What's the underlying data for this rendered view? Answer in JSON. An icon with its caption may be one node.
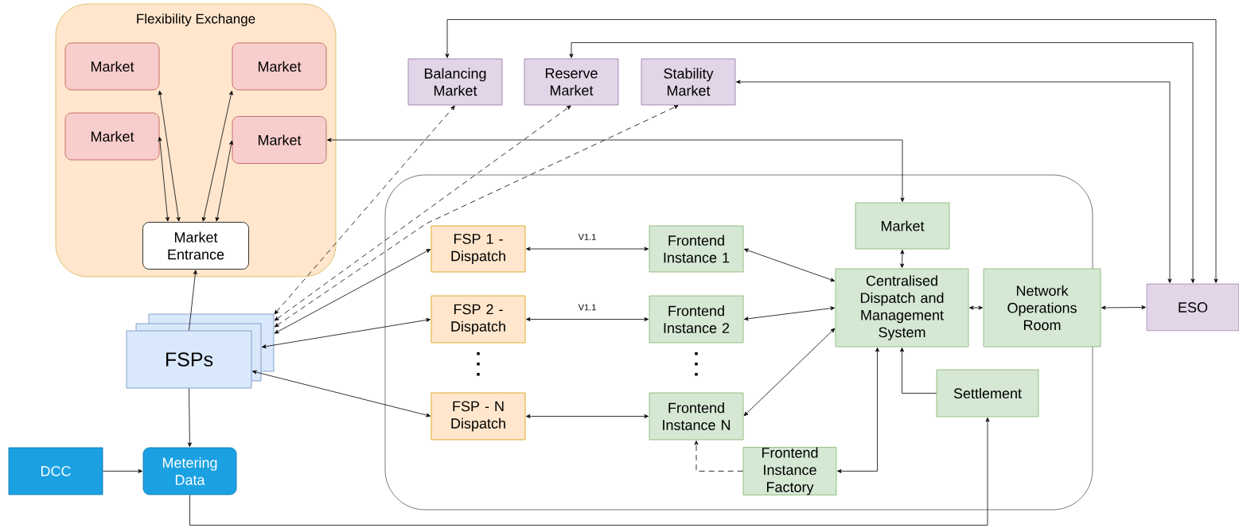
{
  "diagram": {
    "nodes": [
      {
        "text": [
          "Flexibility Exchange"
        ]
      },
      {
        "text": [
          "Market"
        ],
        "in": 0
      },
      {
        "text": [
          "Market"
        ],
        "in": 0
      },
      {
        "text": [
          "Market"
        ],
        "in": 0
      },
      {
        "text": [
          "Market"
        ],
        "in": 0
      },
      {
        "text": [
          "Market Entrance"
        ],
        "in": 0
      },
      {
        "text": [
          "Balancing Market"
        ]
      },
      {
        "text": [
          "Reserve Market"
        ]
      },
      {
        "text": [
          "Stability Market"
        ]
      },
      {
        "text": [],
        "shape": "box"
      },
      {
        "text": [
          "FSPs"
        ]
      },
      {
        "text": [
          "FSP 1 - Dispatch"
        ],
        "in": 9
      },
      {
        "text": [
          "Frontend Instance 1"
        ],
        "in": 9
      },
      {
        "text": [
          "Market"
        ],
        "in": 9
      },
      {
        "text": [
          "Centralised Dispatch and Management System"
        ],
        "in": 9
      },
      {
        "text": [
          "Network Operations Room"
        ]
      },
      {
        "text": [
          "ESO"
        ]
      },
      {
        "text": [
          "FSP 2 - Dispatch"
        ],
        "in": 9
      },
      {
        "text": [
          "Frontend Instance 2"
        ],
        "in": 9
      },
      {
        "text": [
          "Settlement"
        ],
        "in": 9
      },
      {
        "text": [
          "FSP - N Dispatch"
        ],
        "in": 9
      },
      {
        "text": [
          "Frontend Instance N"
        ],
        "in": 9
      },
      {
        "text": [
          "DCC"
        ]
      },
      {
        "text": [
          "Metering Data"
        ]
      },
      {
        "text": [
          "Frontend Instance Factory"
        ],
        "in": 9
      }
    ],
    "edges": [
      {
        "from": 5,
        "to": 1,
        "arrow": "both"
      },
      {
        "from": 5,
        "to": 3,
        "arrow": "both"
      },
      {
        "from": 5,
        "to": 2,
        "arrow": "both"
      },
      {
        "from": 5,
        "to": 4,
        "arrow": "both"
      },
      {
        "from": 10,
        "to": 5,
        "arrow": "to"
      },
      {
        "from": 10,
        "to": 23,
        "arrow": "to"
      },
      {
        "from": 22,
        "to": 23,
        "arrow": "to"
      },
      {
        "from": 23,
        "to": 19,
        "arrow": "to"
      },
      {
        "from": 10,
        "to": 6,
        "arrow": "both",
        "style": "dashed"
      },
      {
        "from": 10,
        "to": 7,
        "arrow": "both",
        "style": "dashed"
      },
      {
        "from": 10,
        "to": 8,
        "arrow": "both",
        "style": "dashed"
      },
      {
        "from": 10,
        "to": 11,
        "arrow": "both"
      },
      {
        "from": 10,
        "to": 17,
        "arrow": "both"
      },
      {
        "from": 10,
        "to": 20,
        "arrow": "both"
      },
      {
        "from": 11,
        "to": 12,
        "arrow": "both",
        "label": "V1.1"
      },
      {
        "from": 17,
        "to": 18,
        "arrow": "both",
        "label": "V1.1"
      },
      {
        "from": 20,
        "to": 21,
        "arrow": "both"
      },
      {
        "from": 12,
        "to": 14,
        "arrow": "both"
      },
      {
        "from": 18,
        "to": 14,
        "arrow": "both"
      },
      {
        "from": 21,
        "to": 14,
        "arrow": "both"
      },
      {
        "from": 14,
        "to": 13,
        "arrow": "both"
      },
      {
        "from": 14,
        "to": 15,
        "arrow": "both"
      },
      {
        "from": 15,
        "to": 16,
        "arrow": "both"
      },
      {
        "from": 4,
        "to": 13,
        "arrow": "both"
      },
      {
        "from": 16,
        "to": 6,
        "arrow": "both"
      },
      {
        "from": 16,
        "to": 7,
        "arrow": "both"
      },
      {
        "from": 16,
        "to": 8,
        "arrow": "both"
      },
      {
        "from": 19,
        "to": 14,
        "arrow": "to"
      },
      {
        "from": 14,
        "to": 24,
        "arrow": "both"
      },
      {
        "from": 24,
        "to": 21,
        "arrow": "to",
        "style": "dashed"
      }
    ]
  }
}
